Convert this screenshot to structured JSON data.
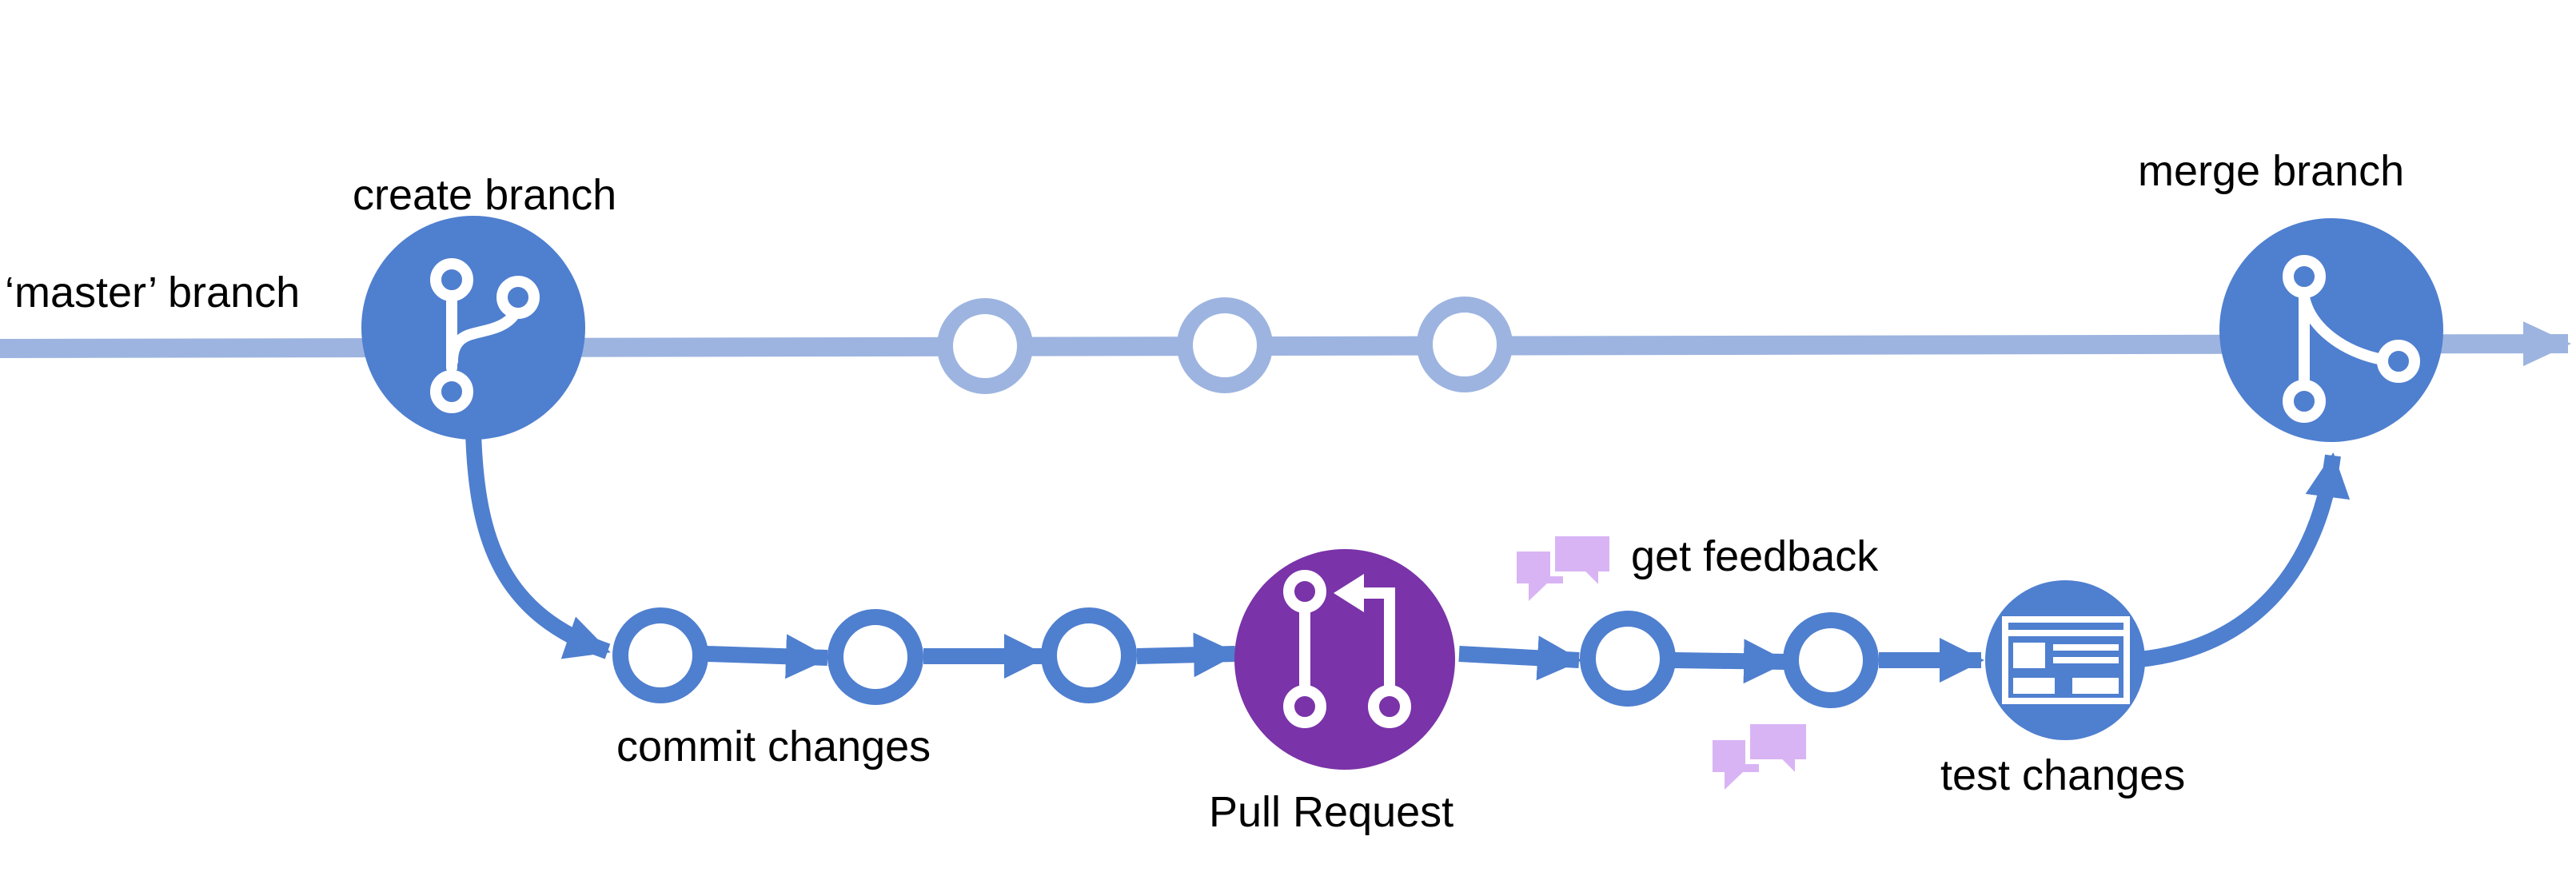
{
  "labels": {
    "master_branch": "‘master’ branch",
    "create_branch": "create branch",
    "merge_branch": "merge branch",
    "commit_changes": "commit changes",
    "pull_request": "Pull Request",
    "get_feedback": "get feedback",
    "test_changes": "test changes"
  },
  "colors": {
    "master_line": "#9db4e0",
    "feature_line": "#4f7fcf",
    "node_blue": "#4f7fcf",
    "pull_request_purple": "#7a33a8",
    "comment_bubble": "#d9b4f5",
    "background": "#ffffff"
  },
  "icons": {
    "create_branch": "git-branch-icon",
    "merge_branch": "git-merge-icon",
    "pull_request": "pull-request-icon",
    "feedback": "comment-bubbles-icon",
    "test_changes": "browser-window-icon"
  }
}
